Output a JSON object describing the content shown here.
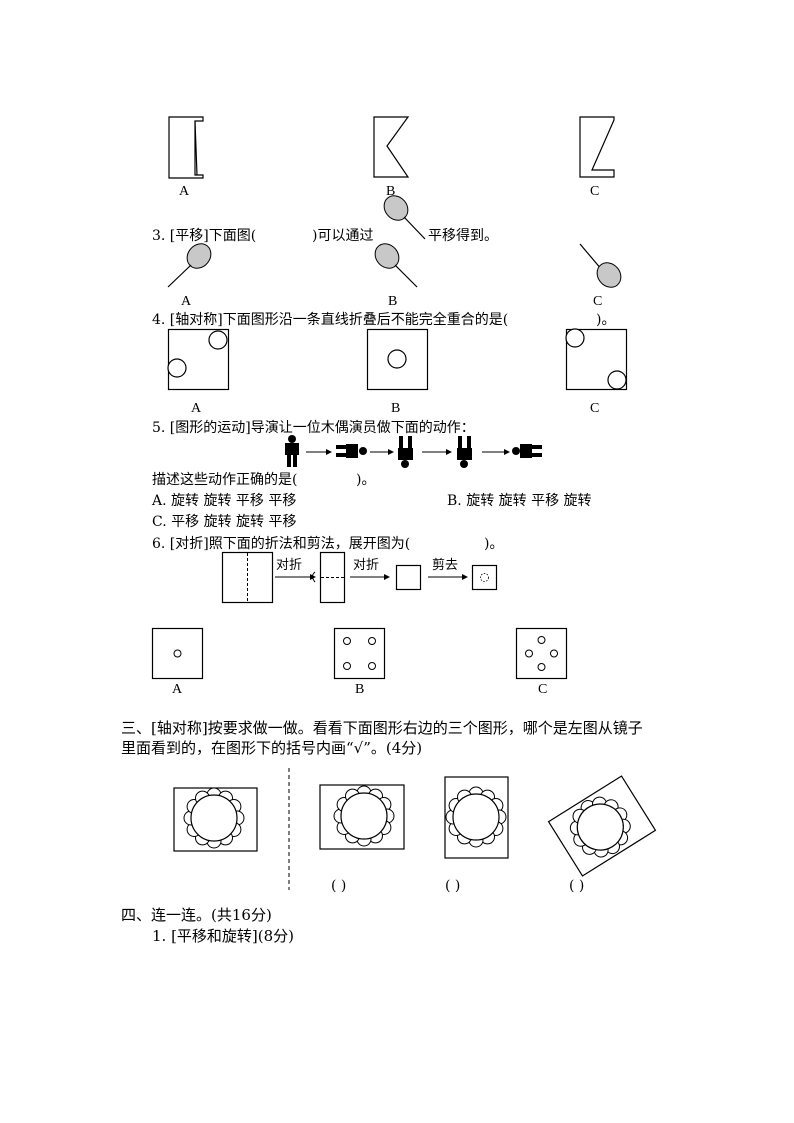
{
  "q2_labels": [
    "A",
    "B",
    "C"
  ],
  "q3": {
    "stem_before": "3. [平移]下面图(",
    "stem_mid": ")可以通过",
    "stem_after": "平移得到。",
    "labels": [
      "A",
      "B",
      "C"
    ]
  },
  "q4": {
    "stem": "4. [轴对称]下面图形沿一条直线折叠后不能完全重合的是(",
    "stem_end": ")。",
    "labels": [
      "A",
      "B",
      "C"
    ]
  },
  "q5": {
    "stem": "5. [图形的运动]导演让一位木偶演员做下面的动作：",
    "ask": "描述这些动作正确的是(",
    "ask_end": ")。",
    "option_a": "A. 旋转  旋转  平移  平移",
    "option_b": "B. 旋转  旋转  平移  旋转",
    "option_c": "C. 平移  旋转  旋转  平移"
  },
  "q6": {
    "stem": "6. [对折]照下面的折法和剪法，展开图为(",
    "stem_end": ")。",
    "step1": "对折",
    "step2": "对折",
    "step3": "剪去",
    "labels": [
      "A",
      "B",
      "C"
    ]
  },
  "section3": {
    "line1": "三、[轴对称]按要求做一做。看看下面图形右边的三个图形，哪个是左图从镜子",
    "line2": "里面看到的，在图形下的括号内画“√”。(4分)",
    "brackets": [
      "(          )",
      "(          )",
      "(          )"
    ]
  },
  "section4": {
    "title": "四、连一连。(共16分)",
    "item1": "1. [平移和旋转](8分)"
  }
}
